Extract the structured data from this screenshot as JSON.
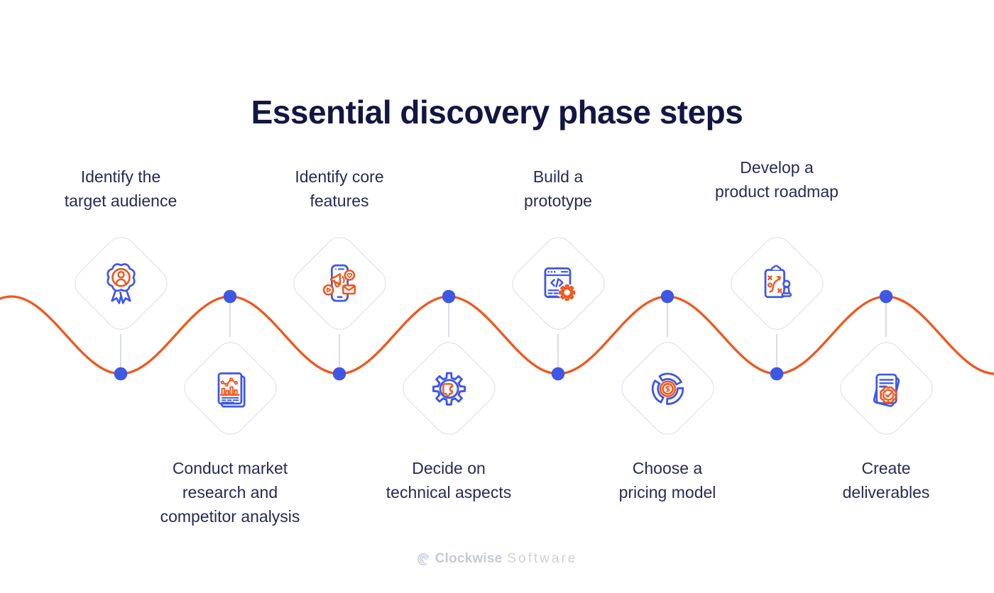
{
  "title": "Essential discovery phase steps",
  "steps": [
    {
      "label": "Identify the\ntarget audience",
      "icon": "award-badge-icon",
      "position": "top"
    },
    {
      "label": "Conduct market\nresearch and\ncompetitor analysis",
      "icon": "market-report-icon",
      "position": "bottom"
    },
    {
      "label": "Identify core\nfeatures",
      "icon": "mobile-marketing-icon",
      "position": "top"
    },
    {
      "label": "Decide on\ntechnical aspects",
      "icon": "gear-puzzle-icon",
      "position": "bottom"
    },
    {
      "label": "Build a\nprototype",
      "icon": "browser-code-icon",
      "position": "top"
    },
    {
      "label": "Choose a\npricing model",
      "icon": "pricing-donut-icon",
      "position": "bottom"
    },
    {
      "label": "Develop a\nproduct roadmap",
      "icon": "strategy-clipboard-icon",
      "position": "top"
    },
    {
      "label": "Create\ndeliverables",
      "icon": "approved-document-icon",
      "position": "bottom"
    }
  ],
  "footer": {
    "brand_bold": "Clockwise",
    "brand_light": "Software"
  },
  "colors": {
    "accent_orange": "#F2561D",
    "accent_blue": "#3F57E5",
    "title_navy": "#131642",
    "label_navy": "#272A55",
    "diamond_border": "#DBDEEB",
    "connector_gray": "#D9DCE8",
    "logo_gray": "#C6C9D9"
  }
}
